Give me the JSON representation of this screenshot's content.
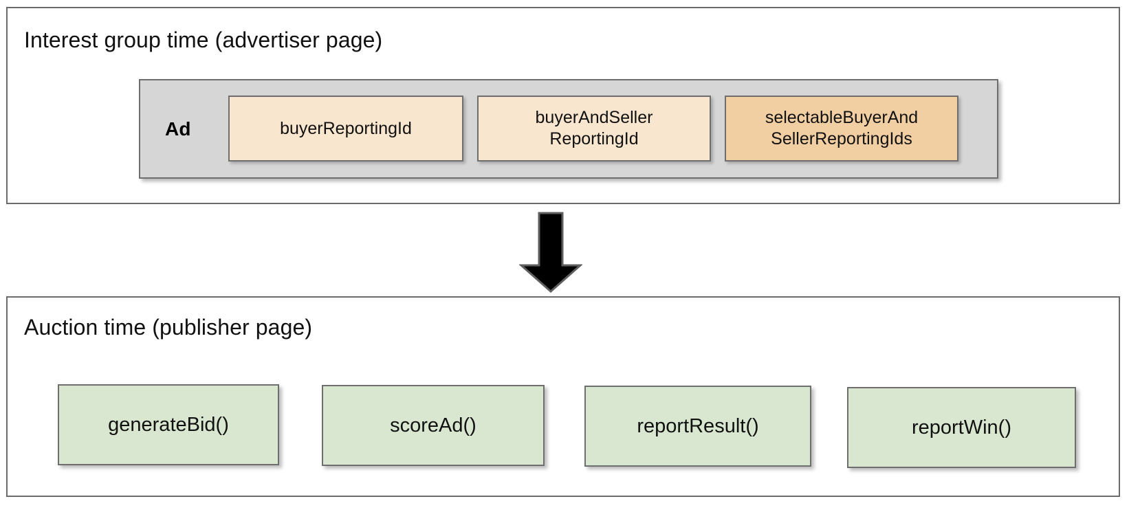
{
  "diagram": {
    "title_top": "Interest group time (advertiser page)",
    "title_bottom": "Auction time (publisher page)",
    "arrow_icon": "down-block-arrow-icon",
    "colors": {
      "light_orange": "#F9E6CF",
      "dark_orange": "#F2CFA2",
      "green": "#D9E7D0",
      "grey_container": "#D6D6D6",
      "border": "#6E6E6E",
      "panel_border": "#6B6B6B",
      "text": "#111111",
      "arrow": "#000000"
    }
  },
  "advertiser_panel": {
    "title": "Interest group time (advertiser page)",
    "ad_label": "Ad",
    "reporting_ids": [
      {
        "label": "buyerReportingId",
        "tone": "light"
      },
      {
        "label": "buyerAndSeller\nReportingId",
        "line1": "buyerAndSeller",
        "line2": "ReportingId",
        "tone": "light"
      },
      {
        "label": "selectableBuyerAnd\nSellerReportingIds",
        "line1": "selectableBuyerAnd",
        "line2": "SellerReportingIds",
        "tone": "dark"
      }
    ]
  },
  "auction_panel": {
    "title": "Auction time (publisher page)",
    "functions": [
      {
        "label": "generateBid()"
      },
      {
        "label": "scoreAd()"
      },
      {
        "label": "reportResult()"
      },
      {
        "label": "reportWin()"
      }
    ]
  }
}
